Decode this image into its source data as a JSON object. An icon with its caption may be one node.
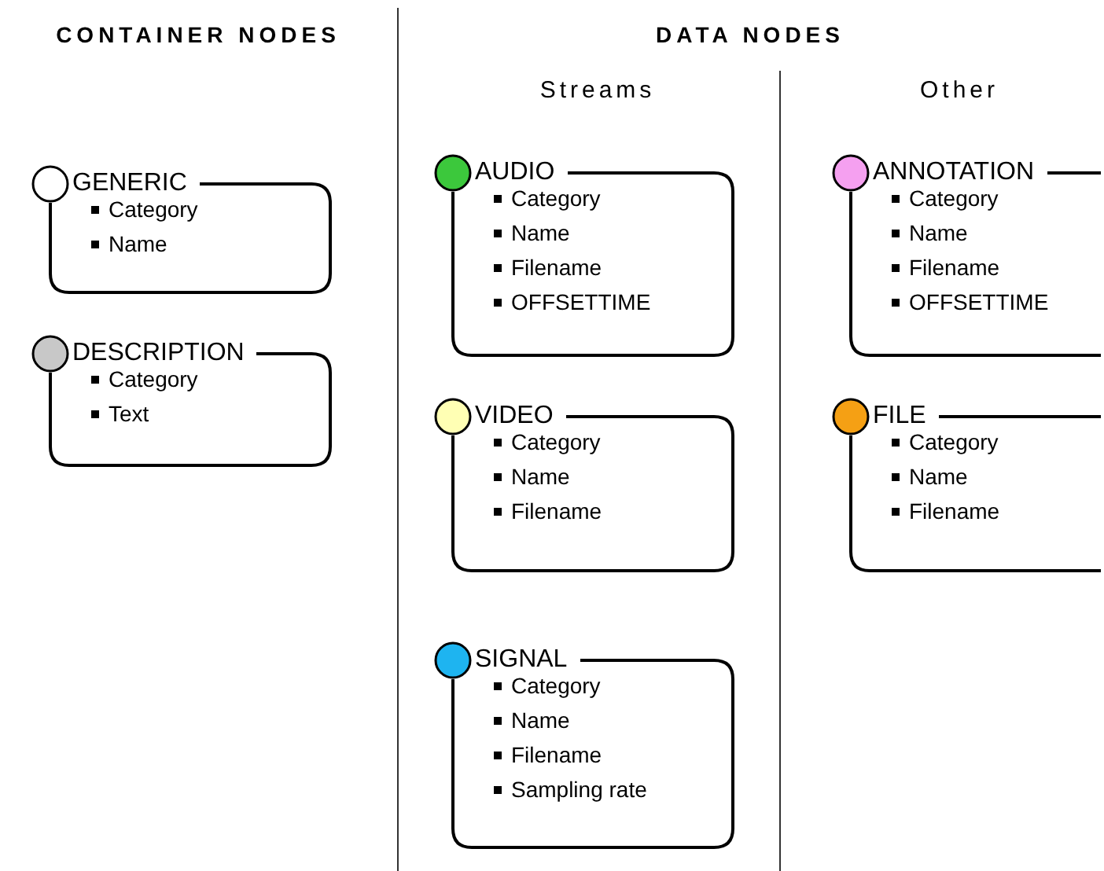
{
  "diagram": {
    "nodes": [
      {
        "text": [
          "GENERIC",
          "Category",
          "Name"
        ]
      },
      {
        "text": [
          "DESCRIPTION",
          "Category",
          "Text"
        ]
      },
      {
        "text": [
          "AUDIO",
          "Category",
          "Name",
          "Filename",
          "OFFSETTIME"
        ]
      },
      {
        "text": [
          "VIDEO",
          "Category",
          "Name",
          "Filename"
        ]
      },
      {
        "text": [
          "SIGNAL",
          "Category",
          "Name",
          "Filename",
          "Sampling rate"
        ]
      },
      {
        "text": [
          "ANNOTATION",
          "Category",
          "Name",
          "Filename",
          "OFFSETTIME"
        ]
      },
      {
        "text": [
          "FILE",
          "Category",
          "Name",
          "Filename"
        ]
      }
    ],
    "labels": [
      "CONTAINER NODES",
      "DATA NODES",
      "Streams",
      "Other"
    ]
  }
}
